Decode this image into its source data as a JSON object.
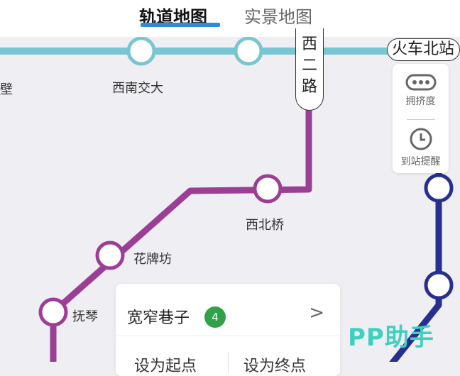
{
  "header": {
    "tabs": [
      {
        "label": "轨道地图",
        "active": true
      },
      {
        "label": "实景地图",
        "active": false
      }
    ]
  },
  "map": {
    "colors": {
      "teal": "#79c6d3",
      "purple": "#9b3f96",
      "navy": "#27308f"
    },
    "stations": {
      "s1": "西南交大",
      "s2": "西北桥",
      "s3": "花牌坊",
      "s4": "抚琴",
      "edge_left": "壁"
    },
    "pill_vertical": [
      "西",
      "二",
      "路"
    ],
    "pill_top_right": "火车北站"
  },
  "side_panel": {
    "crowding": "拥挤度",
    "arrival_alert": "到站提醒"
  },
  "station_card": {
    "name": "宽窄巷子",
    "line_badge": "4",
    "set_start": "设为起点",
    "set_end": "设为终点"
  },
  "watermark": "PP助手"
}
